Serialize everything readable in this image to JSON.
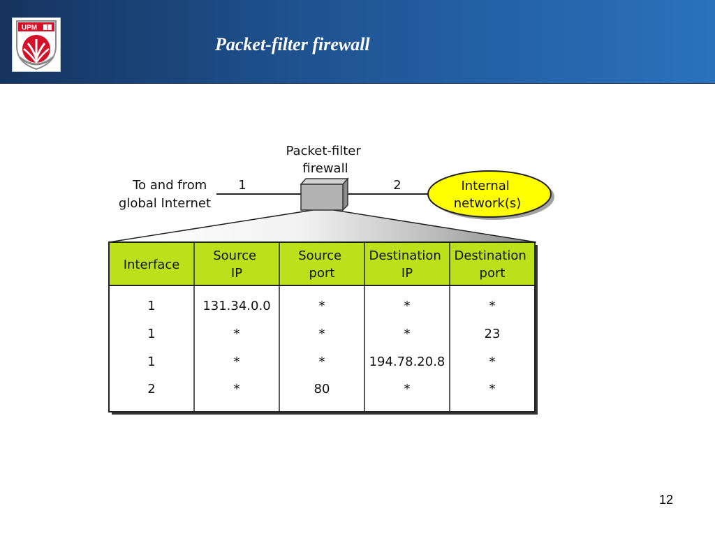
{
  "slide": {
    "title": "Packet-filter firewall",
    "page_number": "12",
    "logo_text": "UPM"
  },
  "diagram": {
    "firewall_label_line1": "Packet-filter",
    "firewall_label_line2": "firewall",
    "internet_label_line1": "To and from",
    "internet_label_line2": "global Internet",
    "interface_1_label": "1",
    "interface_2_label": "2",
    "internal_network_line1": "Internal",
    "internal_network_line2": "network(s)"
  },
  "table": {
    "headers": [
      [
        "Interface"
      ],
      [
        "Source",
        "IP"
      ],
      [
        "Source",
        "port"
      ],
      [
        "Destination",
        "IP"
      ],
      [
        "Destination",
        "port"
      ]
    ],
    "rows": [
      [
        "1",
        "131.34.0.0",
        "*",
        "*",
        "*"
      ],
      [
        "1",
        "*",
        "*",
        "*",
        "23"
      ],
      [
        "1",
        "*",
        "*",
        "194.78.20.8",
        "*"
      ],
      [
        "2",
        "*",
        "80",
        "*",
        "*"
      ]
    ]
  },
  "colors": {
    "header_bar_dark": "#16345f",
    "header_bar_light": "#2a72bd",
    "table_header": "#bde01b",
    "internal_network": "#ffff00"
  }
}
